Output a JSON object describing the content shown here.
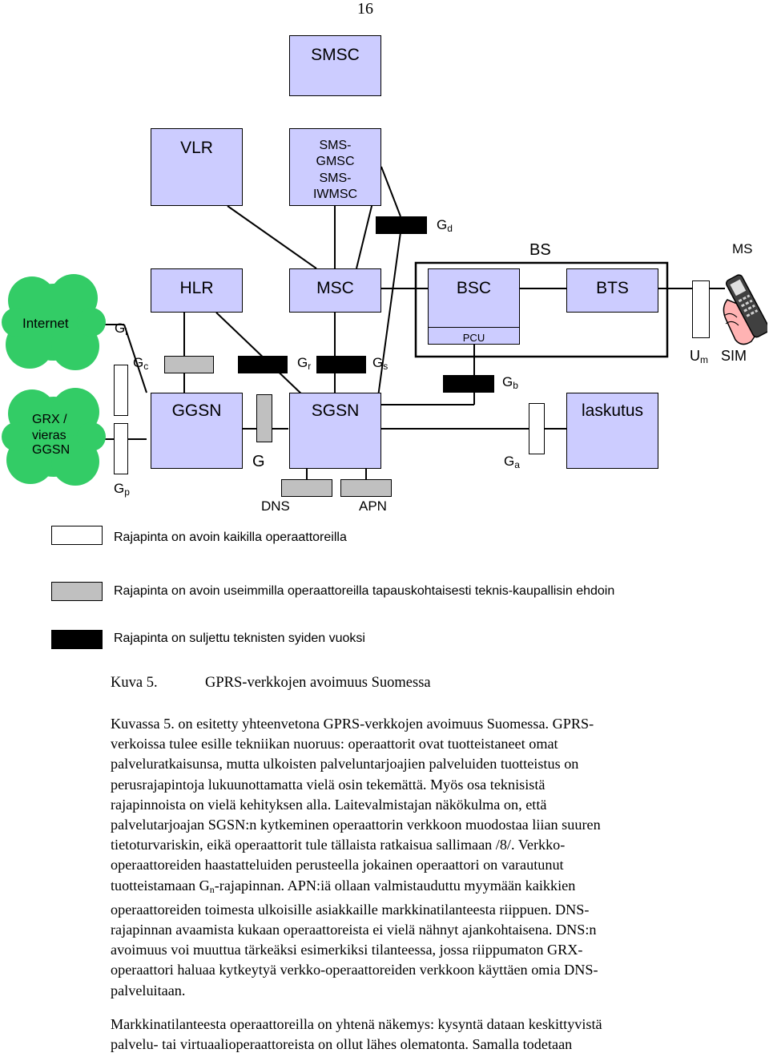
{
  "page_number": "16",
  "diagram": {
    "nodes": {
      "smsc": "SMSC",
      "vlr": "VLR",
      "sms_gmsc": [
        "SMS-",
        "GMSC",
        "SMS-",
        "IWMSC"
      ],
      "hlr": "HLR",
      "msc": "MSC",
      "bsc": "BSC",
      "pcu": "PCU",
      "bts": "BTS",
      "ggsn": "GGSN",
      "sgsn": "SGSN",
      "laskutus": "laskutus",
      "internet": "Internet",
      "grx": [
        "GRX /",
        "vieras",
        "GGSN"
      ]
    },
    "labels": {
      "bs": "BS",
      "ms": "MS",
      "sim": "SIM",
      "dns": "DNS",
      "apn": "APN",
      "g": "G",
      "gd": {
        "main": "G",
        "sub": "d"
      },
      "gi": {
        "main": "G",
        "sub": "i"
      },
      "gc": {
        "main": "G",
        "sub": "c"
      },
      "gr": {
        "main": "G",
        "sub": "r"
      },
      "gs": {
        "main": "G",
        "sub": "s"
      },
      "gb": {
        "main": "G",
        "sub": "b"
      },
      "ga": {
        "main": "G",
        "sub": "a"
      },
      "gp": {
        "main": "G",
        "sub": "p"
      },
      "um": {
        "main": "U",
        "sub": "m"
      }
    },
    "colors": {
      "node_fill": "#ccccff",
      "open_all": "#ffffff",
      "open_most": "#c0c0c0",
      "closed": "#000000",
      "cloud": "#33cc66"
    }
  },
  "legend": [
    {
      "type": "white",
      "text": "Rajapinta on avoin kaikilla operaattoreilla"
    },
    {
      "type": "gray",
      "text": "Rajapinta on avoin useimmilla operaattoreilla tapauskohtaisesti teknis-kaupallisin ehdoin"
    },
    {
      "type": "black",
      "text": "Rajapinta on suljettu teknisten syiden vuoksi"
    }
  ],
  "caption": {
    "number": "Kuva 5.",
    "title": "GPRS-verkkojen avoimuus Suomessa"
  },
  "paragraph1": [
    "Kuvassa 5. on esitetty yhteenvetona GPRS-verkkojen avoimuus Suomessa. GPRS-",
    "verkoissa tulee esille tekniikan nuoruus: operaattorit ovat tuotteistaneet omat",
    "palveluratkaisunsa, mutta ulkoisten palveluntarjoajien palveluiden tuotteistus on",
    "perusrajapintoja lukuunottamatta vielä osin tekemättä. Myös osa teknisistä",
    "rajapinnoista on vielä kehityksen alla. Laitevalmistajan näkökulma on, että",
    "palvelutarjoajan SGSN:n kytkeminen operaattorin verkkoon muodostaa liian suuren",
    "tietoturvariskin, eikä operaattorit tule tällaista ratkaisua sallimaan /8/. Verkko-",
    "operaattoreiden haastatteluiden perusteella jokainen operaattori on varautunut",
    {
      "before": "tuotteistamaan G",
      "sub": "n",
      "after": "-rajapinnan. APN:iä ollaan valmistauduttu myymään kaikkien"
    },
    "operaattoreiden toimesta ulkoisille asiakkaille markkinatilanteesta riippuen. DNS-",
    "rajapinnan avaamista kukaan operaattoreista ei vielä nähnyt ajankohtaisena. DNS:n",
    "avoimuus voi muuttua tärkeäksi esimerkiksi tilanteessa, jossa riippumaton GRX-",
    "operaattori haluaa kytkeytyä verkko-operaattoreiden verkkoon käyttäen omia DNS-",
    "palveluitaan."
  ],
  "paragraph2": [
    "Markkinatilanteesta operaattoreilla on yhtenä näkemys: kysyntä dataan keskittyvistä",
    "palvelu- tai virtuaalioperaattoreista on ollut lähes olematonta. Samalla todetaan"
  ]
}
